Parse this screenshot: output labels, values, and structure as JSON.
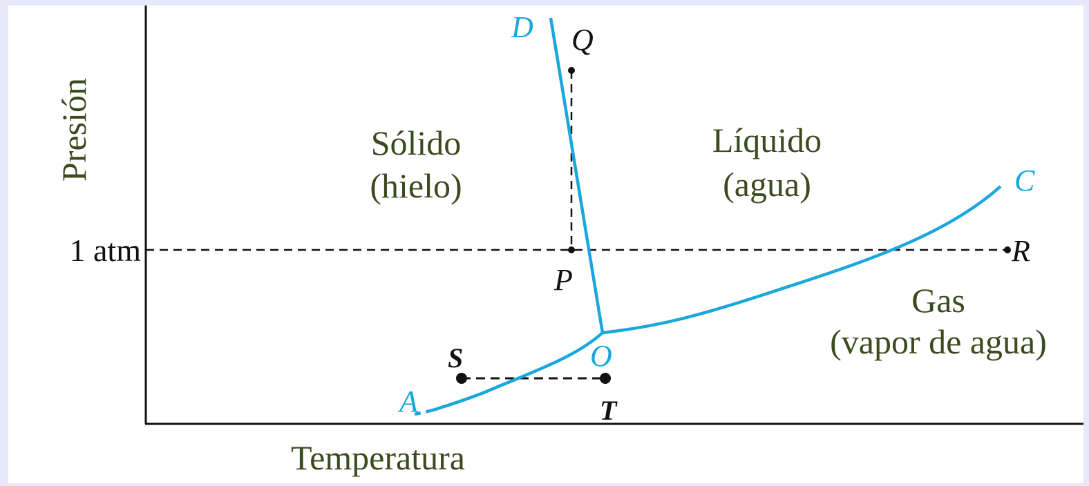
{
  "axes": {
    "x_title": "Temperatura",
    "y_title": "Presión",
    "y_tick": "1 atm"
  },
  "regions": {
    "solid_line1": "Sólido",
    "solid_line2": "(hielo)",
    "liquid_line1": "Líquido",
    "liquid_line2": "(agua)",
    "gas_line1": "Gas",
    "gas_line2": "(vapor de agua)"
  },
  "curves": {
    "A": "A",
    "C": "C",
    "D": "D",
    "O": "O"
  },
  "points": {
    "P": "P",
    "Q": "Q",
    "R": "R",
    "S": "S",
    "T": "T"
  },
  "colors": {
    "curve": "#1aa7dd",
    "region_text": "#3d4a1f",
    "frame": "#e8e8fb"
  }
}
